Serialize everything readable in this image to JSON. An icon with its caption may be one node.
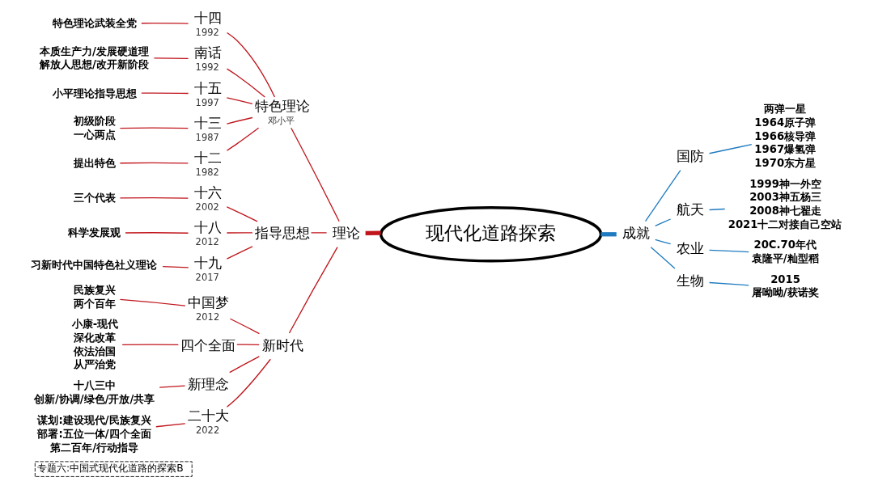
{
  "diagram": {
    "caption": "专题六:中国式现代化道路的探索B",
    "nodes": [
      {
        "text": [
          "现代化道路探索"
        ]
      },
      {
        "text": [
          "理论"
        ]
      },
      {
        "text": [
          "特色理论",
          "邓小平"
        ]
      },
      {
        "text": [
          "十四",
          "1992"
        ]
      },
      {
        "text": [
          "特色理论武装全党"
        ]
      },
      {
        "text": [
          "南话",
          "1992"
        ]
      },
      {
        "text": [
          "本质生产力/发展硬道理",
          "解放人思想/改开新阶段"
        ]
      },
      {
        "text": [
          "十五",
          "1997"
        ]
      },
      {
        "text": [
          "小平理论指导思想"
        ]
      },
      {
        "text": [
          "十三",
          "1987"
        ]
      },
      {
        "text": [
          "初级阶段",
          "一心两点"
        ]
      },
      {
        "text": [
          "十二",
          "1982"
        ]
      },
      {
        "text": [
          "提出特色"
        ]
      },
      {
        "text": [
          "指导思想"
        ]
      },
      {
        "text": [
          "十六",
          "2002"
        ]
      },
      {
        "text": [
          "三个代表"
        ]
      },
      {
        "text": [
          "十八",
          "2012"
        ]
      },
      {
        "text": [
          "科学发展观"
        ]
      },
      {
        "text": [
          "十九",
          "2017"
        ]
      },
      {
        "text": [
          "习新时代中国特色社义理论"
        ]
      },
      {
        "text": [
          "新时代"
        ]
      },
      {
        "text": [
          "中国梦",
          "2012"
        ]
      },
      {
        "text": [
          "民族复兴",
          "两个百年"
        ]
      },
      {
        "text": [
          "四个全面"
        ]
      },
      {
        "text": [
          "小康-现代",
          "深化改革",
          "依法治国",
          "从严治党"
        ]
      },
      {
        "text": [
          "新理念"
        ]
      },
      {
        "text": [
          "十八三中",
          "创新/协调/绿色/开放/共享"
        ]
      },
      {
        "text": [
          "二十大",
          "2022"
        ]
      },
      {
        "text": [
          "谋划:建设现代/民族复兴",
          "部署:五位一体/四个全面",
          "第二百年/行动指导"
        ]
      },
      {
        "text": [
          "成就"
        ]
      },
      {
        "text": [
          "国防"
        ]
      },
      {
        "text": [
          "两弹一星",
          "1964原子弹",
          "1966核导弹",
          "1967爆氢弹",
          "1970东方星"
        ]
      },
      {
        "text": [
          "航天"
        ]
      },
      {
        "text": [
          "1999神一外空",
          "2003神五杨三",
          "2008神七翟走",
          "2021十二对接自己空站"
        ]
      },
      {
        "text": [
          "农业"
        ]
      },
      {
        "text": [
          "20C.70年代",
          "袁隆平/籼型稻"
        ]
      },
      {
        "text": [
          "生物"
        ]
      },
      {
        "text": [
          "2015",
          "屠呦呦/获诺奖"
        ]
      }
    ],
    "edges": [
      {
        "from": 0,
        "to": 1,
        "arrow": "none",
        "style": "thick"
      },
      {
        "from": 1,
        "to": 2,
        "arrow": "none"
      },
      {
        "from": 2,
        "to": 3,
        "arrow": "none"
      },
      {
        "from": 3,
        "to": 4,
        "arrow": "none"
      },
      {
        "from": 2,
        "to": 5,
        "arrow": "none"
      },
      {
        "from": 5,
        "to": 6,
        "arrow": "none"
      },
      {
        "from": 2,
        "to": 7,
        "arrow": "none"
      },
      {
        "from": 7,
        "to": 8,
        "arrow": "none"
      },
      {
        "from": 2,
        "to": 9,
        "arrow": "none"
      },
      {
        "from": 9,
        "to": 10,
        "arrow": "none"
      },
      {
        "from": 2,
        "to": 11,
        "arrow": "none"
      },
      {
        "from": 11,
        "to": 12,
        "arrow": "none"
      },
      {
        "from": 1,
        "to": 13,
        "arrow": "none"
      },
      {
        "from": 13,
        "to": 14,
        "arrow": "none"
      },
      {
        "from": 14,
        "to": 15,
        "arrow": "none"
      },
      {
        "from": 13,
        "to": 16,
        "arrow": "none"
      },
      {
        "from": 16,
        "to": 17,
        "arrow": "none"
      },
      {
        "from": 13,
        "to": 18,
        "arrow": "none"
      },
      {
        "from": 18,
        "to": 19,
        "arrow": "none"
      },
      {
        "from": 1,
        "to": 20,
        "arrow": "none"
      },
      {
        "from": 20,
        "to": 21,
        "arrow": "none"
      },
      {
        "from": 21,
        "to": 22,
        "arrow": "none"
      },
      {
        "from": 20,
        "to": 23,
        "arrow": "none"
      },
      {
        "from": 23,
        "to": 24,
        "arrow": "none"
      },
      {
        "from": 20,
        "to": 25,
        "arrow": "none"
      },
      {
        "from": 25,
        "to": 26,
        "arrow": "none"
      },
      {
        "from": 20,
        "to": 27,
        "arrow": "none"
      },
      {
        "from": 27,
        "to": 28,
        "arrow": "none"
      },
      {
        "from": 0,
        "to": 29,
        "arrow": "none",
        "style": "thick",
        "color": "#1f7bc0"
      },
      {
        "from": 29,
        "to": 30,
        "arrow": "none",
        "color": "#1f7bc0"
      },
      {
        "from": 30,
        "to": 31,
        "arrow": "none",
        "color": "#1f7bc0"
      },
      {
        "from": 29,
        "to": 32,
        "arrow": "none",
        "color": "#1f7bc0"
      },
      {
        "from": 32,
        "to": 33,
        "arrow": "none",
        "color": "#1f7bc0"
      },
      {
        "from": 29,
        "to": 34,
        "arrow": "none",
        "color": "#1f7bc0"
      },
      {
        "from": 34,
        "to": 35,
        "arrow": "none",
        "color": "#1f7bc0"
      },
      {
        "from": 29,
        "to": 36,
        "arrow": "none",
        "color": "#1f7bc0"
      },
      {
        "from": 36,
        "to": 37,
        "arrow": "none",
        "color": "#1f7bc0"
      }
    ]
  }
}
